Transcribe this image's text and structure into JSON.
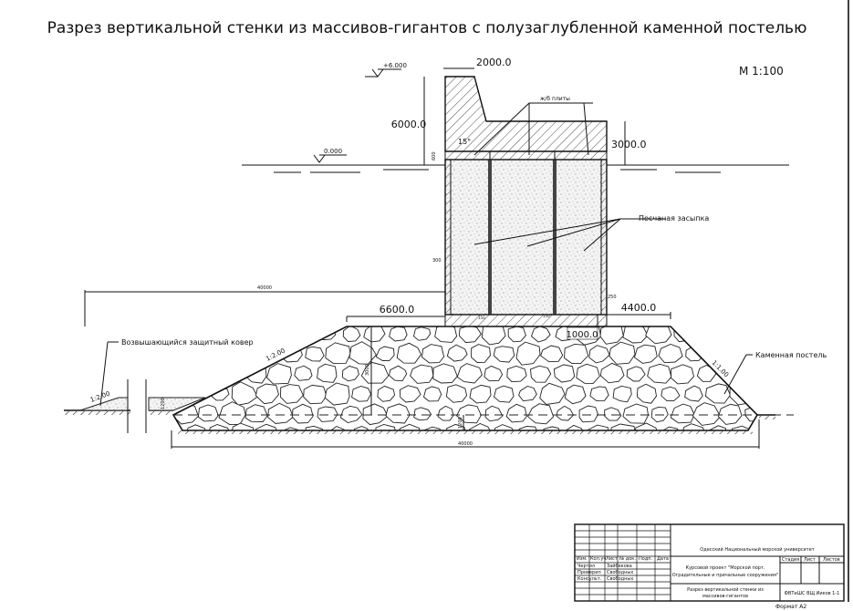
{
  "title": "Разрез вертикальной стенки из массивов-гигантов с полузаглубленной каменной постелью",
  "scale": "М 1:100",
  "levels": {
    "top": "+6.000",
    "water": "0.000"
  },
  "dimensions": {
    "top_width": "2000.0",
    "height_superstructure": "6000.0",
    "height_cap": "3000.0",
    "angle": "15°",
    "slab_thk": "600",
    "wall_thk": "300",
    "wall_thk_right": "250",
    "berm_left": "6600.0",
    "berm_right": "4400.0",
    "slab_offset": "1000.0",
    "base_length_top": "40000",
    "base_length_bottom": "40000",
    "bed_height": "3000",
    "bed_embed": "1200",
    "carpet_height": "1200",
    "slope_left": "1:2.00",
    "slope_carpet": "1:2.00",
    "slope_right": "1:1.00",
    "rib_left": "150",
    "rib_mid": "150"
  },
  "labels": {
    "slabs": "ж/б плиты",
    "sand": "Песчаная засыпка",
    "carpet": "Возвышающийся защитный ковер",
    "bed": "Каменная постель"
  },
  "title_block": {
    "headers": [
      "Изм.",
      "Кол.уч",
      "Лист",
      "№ док.",
      "Подп.",
      "Дата"
    ],
    "rows": [
      [
        "Чертил",
        "Зайбекова"
      ],
      [
        "Проверил",
        "Свободных"
      ],
      [
        "Консульт.",
        "Свободных"
      ]
    ],
    "university": "Одесский Национальный морской университет",
    "project_line1": "Курсовой проект \"Морской порт.",
    "project_line2": "Оградительные и причальные сооружения\"",
    "stage": "Стадия",
    "sheet": "Лист",
    "sheets": "Листов",
    "drawing_line1": "Разрез вертикальной стенки из",
    "drawing_line2": "массивов-гигантов",
    "code": "ФВТиШС ВЩ.Ииков 1-1",
    "format": "Формат А2"
  }
}
